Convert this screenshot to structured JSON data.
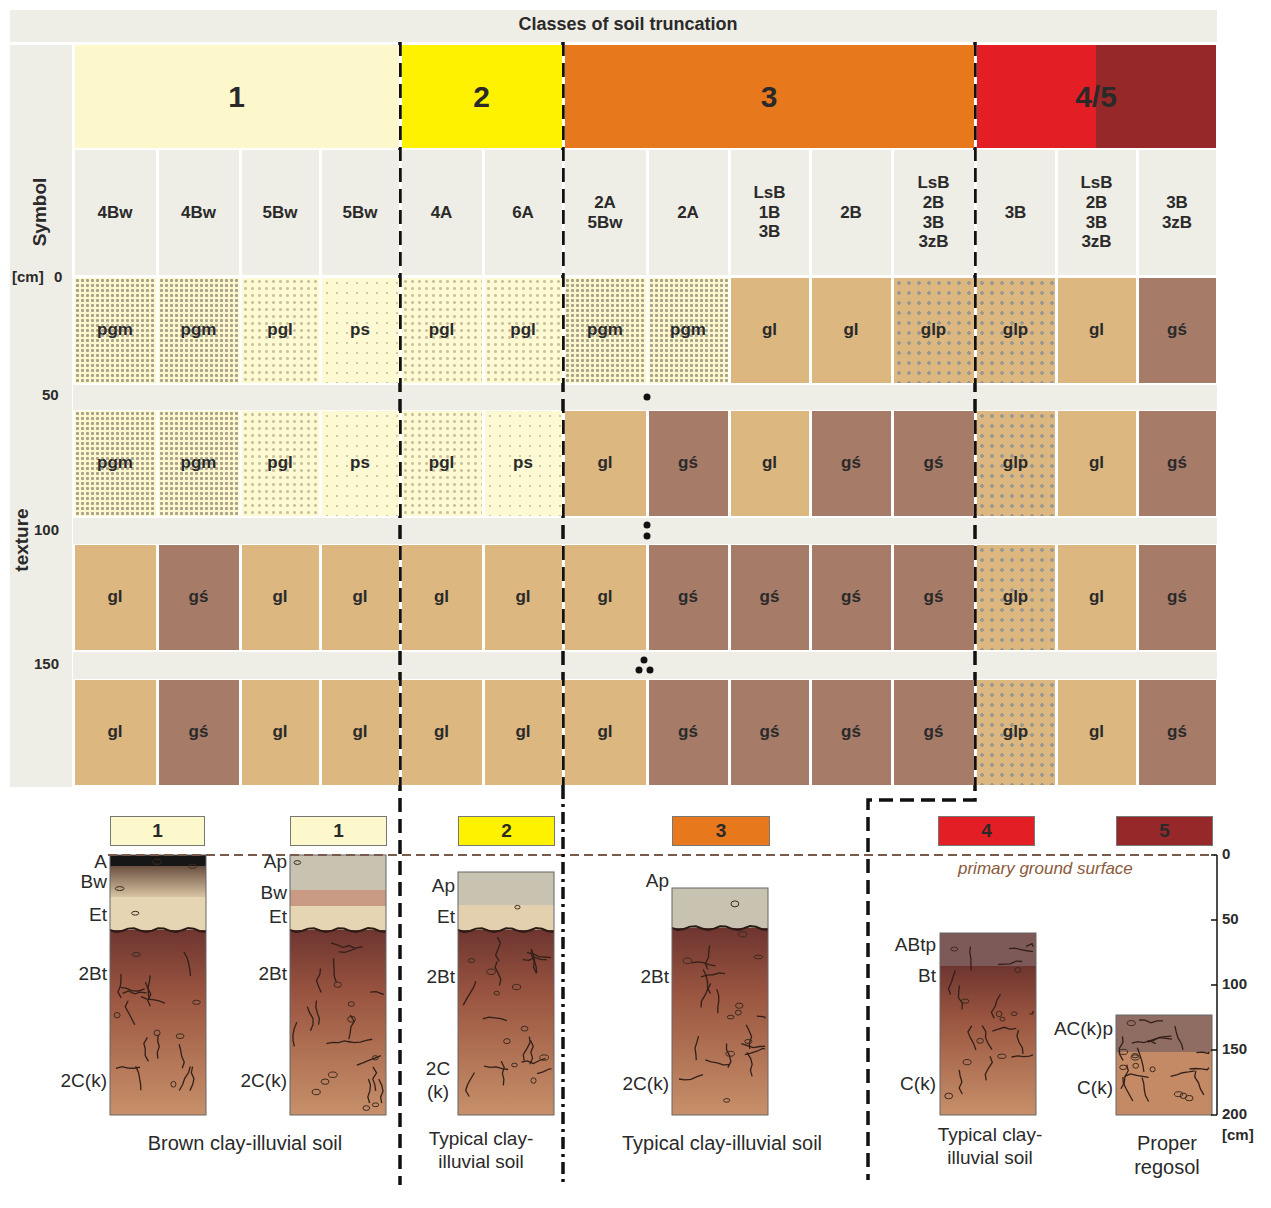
{
  "diagram": {
    "title": "Classes of soil truncation",
    "nodes": [
      {
        "text": [
          "1"
        ]
      },
      {
        "text": [
          "2"
        ]
      },
      {
        "text": [
          "3"
        ]
      },
      {
        "text": [
          "4/5"
        ]
      },
      {
        "text": [
          "4Bw"
        ]
      },
      {
        "text": [
          "4Bw"
        ]
      },
      {
        "text": [
          "5Bw"
        ]
      },
      {
        "text": [
          "5Bw"
        ]
      },
      {
        "text": [
          "4A"
        ]
      },
      {
        "text": [
          "6A"
        ]
      },
      {
        "text": [
          "2A 5Bw"
        ]
      },
      {
        "text": [
          "2A"
        ]
      },
      {
        "text": [
          "LsB 1B 3B"
        ]
      },
      {
        "text": [
          "2B"
        ]
      },
      {
        "text": [
          "LsB 2B 3B 3zB"
        ]
      },
      {
        "text": [
          "3B"
        ]
      },
      {
        "text": [
          "LsB 2B 3B 3zB"
        ]
      },
      {
        "text": [
          "3B 3zB"
        ]
      },
      {
        "text": [
          "pgm"
        ]
      },
      {
        "text": [
          "pgm"
        ]
      },
      {
        "text": [
          "pgl"
        ]
      },
      {
        "text": [
          "ps"
        ]
      },
      {
        "text": [
          "pgl"
        ]
      },
      {
        "text": [
          "pgl"
        ]
      },
      {
        "text": [
          "pgm"
        ]
      },
      {
        "text": [
          "pgm"
        ]
      },
      {
        "text": [
          "gl"
        ]
      },
      {
        "text": [
          "gl"
        ]
      },
      {
        "text": [
          "glp"
        ]
      },
      {
        "text": [
          "glp"
        ]
      },
      {
        "text": [
          "gl"
        ]
      },
      {
        "text": [
          "gś"
        ]
      },
      {
        "text": [
          "pgm"
        ]
      },
      {
        "text": [
          "pgm"
        ]
      },
      {
        "text": [
          "pgl"
        ]
      },
      {
        "text": [
          "ps"
        ]
      },
      {
        "text": [
          "pgl"
        ]
      },
      {
        "text": [
          "ps"
        ]
      },
      {
        "text": [
          "gl"
        ]
      },
      {
        "text": [
          "gś"
        ]
      },
      {
        "text": [
          "gl"
        ]
      },
      {
        "text": [
          "gś"
        ]
      },
      {
        "text": [
          "gś"
        ]
      },
      {
        "text": [
          "glp"
        ]
      },
      {
        "text": [
          "gl"
        ]
      },
      {
        "text": [
          "gś"
        ]
      },
      {
        "text": [
          "gl"
        ]
      },
      {
        "text": [
          "gś"
        ]
      },
      {
        "text": [
          "gl"
        ]
      },
      {
        "text": [
          "gl"
        ]
      },
      {
        "text": [
          "gl"
        ]
      },
      {
        "text": [
          "gl"
        ]
      },
      {
        "text": [
          "gl"
        ]
      },
      {
        "text": [
          "gś"
        ]
      },
      {
        "text": [
          "gś"
        ]
      },
      {
        "text": [
          "gś"
        ]
      },
      {
        "text": [
          "gś"
        ]
      },
      {
        "text": [
          "glp"
        ]
      },
      {
        "text": [
          "gl"
        ]
      },
      {
        "text": [
          "gś"
        ]
      },
      {
        "text": [
          "gl"
        ]
      },
      {
        "text": [
          "gś"
        ]
      },
      {
        "text": [
          "gl"
        ]
      },
      {
        "text": [
          "gl"
        ]
      },
      {
        "text": [
          "gl"
        ]
      },
      {
        "text": [
          "gl"
        ]
      },
      {
        "text": [
          "gl"
        ]
      },
      {
        "text": [
          "gś"
        ]
      },
      {
        "text": [
          "gś"
        ]
      },
      {
        "text": [
          "gś"
        ]
      },
      {
        "text": [
          "gś"
        ]
      },
      {
        "text": [
          "glp"
        ]
      },
      {
        "text": [
          "gl"
        ]
      },
      {
        "text": [
          "gś"
        ]
      },
      {
        "text": [
          "1"
        ]
      },
      {
        "text": [
          "1"
        ]
      },
      {
        "text": [
          "2"
        ]
      },
      {
        "text": [
          "3"
        ]
      },
      {
        "text": [
          "4"
        ]
      },
      {
        "text": [
          "5"
        ]
      }
    ],
    "labels": [
      "Symbol",
      "texture",
      "[cm]",
      "0",
      "50",
      "100",
      "150",
      "primary ground surface",
      "A",
      "Bw",
      "Et",
      "2Bt",
      "2C(k)",
      "Ap",
      "Bw",
      "Et",
      "2Bt",
      "2C(k)",
      "Ap",
      "Et",
      "2Bt",
      "2C (k)",
      "Ap",
      "2Bt",
      "2C(k)",
      "ABtp",
      "Bt",
      "C(k)",
      "AC(k)p",
      "C(k)",
      "Brown clay-illuvial soil",
      "Typical clay-illuvial soil",
      "Typical clay-illuvial soil",
      "Typical clay-illuvial soil",
      "Proper regosol",
      "0",
      "50",
      "100",
      "150",
      "200",
      "[cm]"
    ]
  }
}
